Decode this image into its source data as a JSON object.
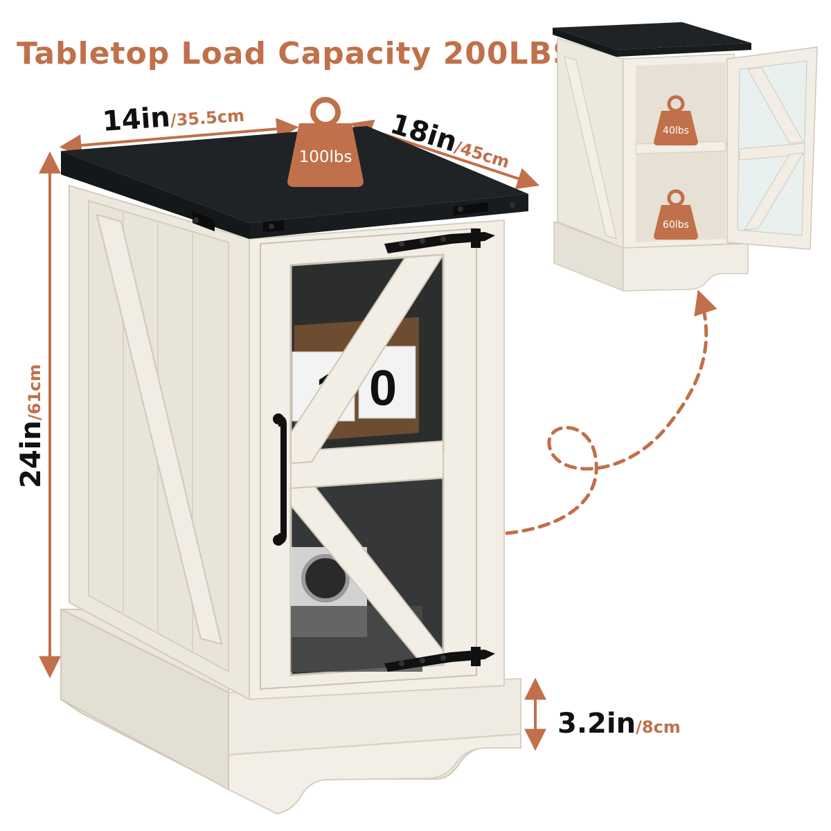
{
  "headline": "Tabletop Load Capacity 200LBS",
  "dimensions": {
    "width": {
      "main": "14in",
      "sub": "/35.5cm"
    },
    "depth": {
      "main": "18in",
      "sub": "/45cm"
    },
    "height": {
      "main": "24in",
      "sub": "/61cm"
    },
    "base": {
      "main": "3.2in",
      "sub": "/8cm"
    }
  },
  "weights": {
    "tabletop": "100lbs",
    "upper_shelf": "40lbs",
    "lower_shelf": "60lbs"
  },
  "flip_clock": {
    "digit_a": "1",
    "digit_b": "0"
  },
  "colors": {
    "accent": "#c0704a",
    "top": "#1f2326",
    "body": "#f1ede4",
    "trim": "#e6e1d6",
    "hardware": "#111111"
  }
}
